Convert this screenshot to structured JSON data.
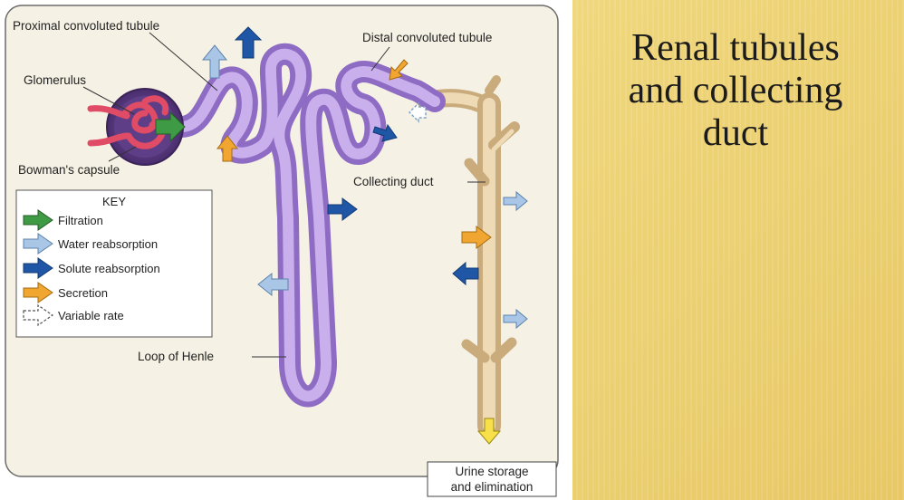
{
  "slide": {
    "title_lines": [
      "Renal tubules",
      "and collecting",
      "duct"
    ]
  },
  "diagram": {
    "labels": {
      "proximal": "Proximal convoluted tubule",
      "distal": "Distal convoluted tubule",
      "glomerulus": "Glomerulus",
      "bowman": "Bowman's capsule",
      "collecting": "Collecting duct",
      "henle": "Loop of Henle",
      "urine_line1": "Urine storage",
      "urine_line2": "and elimination"
    },
    "key": {
      "title": "KEY",
      "items": [
        {
          "label": "Filtration",
          "color": "#3e9a45",
          "icon": "arrow-icon"
        },
        {
          "label": "Water reabsorption",
          "color": "#a9c6e6",
          "icon": "arrow-icon"
        },
        {
          "label": "Solute reabsorption",
          "color": "#1f56a6",
          "icon": "arrow-icon"
        },
        {
          "label": "Secretion",
          "color": "#f0a630",
          "icon": "arrow-icon"
        },
        {
          "label": "Variable rate",
          "color": "#ffffff",
          "icon": "dashed-arrow-icon"
        }
      ]
    },
    "colors": {
      "tubule": "#b497dc",
      "duct": "#e6cfa6",
      "panel": "#f5f1e4",
      "glomerulus": "#e04b66"
    }
  }
}
